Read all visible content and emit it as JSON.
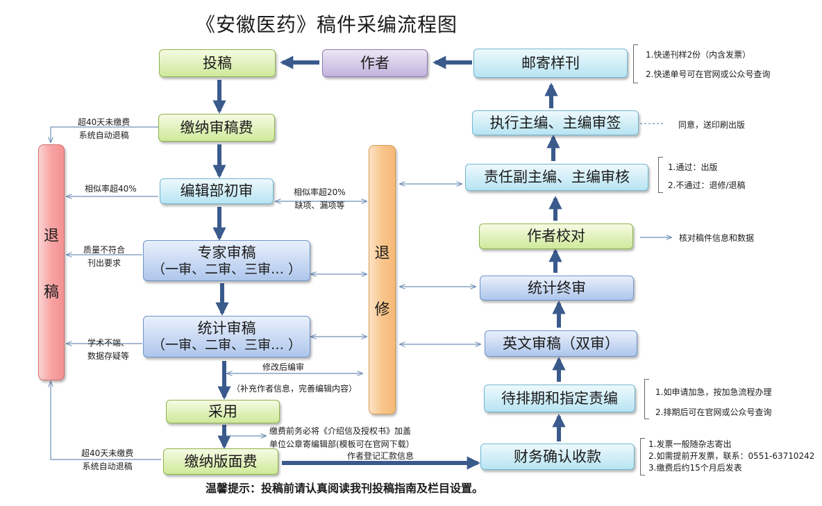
{
  "title": "《安徽医药》稿件采编流程图",
  "nodes": {
    "tougao": "投稿",
    "zuozhe": "作者",
    "youji": "邮寄样刊",
    "jiaona_shengao": "缴纳审稿费",
    "bianji_chushen": "编辑部初审",
    "zhuanjia_line1": "专家审稿",
    "zhuanjia_line2": "（一审、二审、三审… ）",
    "tongji_line1": "统计审稿",
    "tongji_line2": "（一审、二审、三审… ）",
    "caiyong": "采用",
    "jiaona_banmian": "缴纳版面费",
    "tuigao_1": "退",
    "tuigao_2": "稿",
    "tuixiu_1": "退",
    "tuixiu_2": "修",
    "zhixing": "执行主编、主编审签",
    "zeren": "责任副主编、主编审核",
    "jiaodui": "作者校对",
    "tongji_zhongshen": "统计终审",
    "yingwen": "英文审稿（双审）",
    "daipaiqi": "待排期和指定责编",
    "caiwu": "财务确认收款"
  },
  "notes": {
    "youji_1": "1.快递刊样2份（内含发票）",
    "youji_2": "2.快递单号可在官网或公众号查询",
    "chao40_top_1": "超40天未缴费",
    "chao40_top_2": "系统自动退稿",
    "xiangsi40": "相似率超40%",
    "xiangsi20_1": "相似率超20%",
    "xiangsi20_2": "缺项、漏项等",
    "zhiliang_1": "质量不符合",
    "zhiliang_2": "刊出要求",
    "xueshu_1": "学术不端、",
    "xueshu_2": "数据存疑等",
    "xiugai": "修改后编审",
    "buchong": "（补充作者信息，完善编辑内容）",
    "jiaofei_1": "缴费前务必将《介绍信及授权书》加盖",
    "jiaofei_2": "单位公章寄编辑部(模板可在官网下载）",
    "chao40_bot_1": "超40天未缴费",
    "chao40_bot_2": "系统自动退稿",
    "dengji": "作者登记汇款信息",
    "tongyi": "同意，送印刷出版",
    "tongguo_1": "1.通过：出版",
    "tongguo_2": "2.不通过：退修/退稿",
    "heduai": "核对稿件信息和数据",
    "jiaji_1": "1.如申请加急，按加急流程办理",
    "jiaji_2": "2.排期后可在官网或公众号查询",
    "fapiao_1": "1.发票一般随杂志寄出",
    "fapiao_2": "2.如需提前开发票，联系：0551-63710242",
    "fapiao_3": "3.缴费后约15个月后发表"
  },
  "warning": "温馨提示：投稿前请认真阅读我刊投稿指南及栏目设置。",
  "colors": {
    "arrow": "#3a5a8c",
    "thin_line": "#6f8fb5",
    "green": "#cfe99a",
    "purple": "#c2b3dd",
    "cyan": "#b7e4f2",
    "blue": "#aec6ec",
    "red": "#f8a3a3",
    "orange": "#f8c58b"
  }
}
